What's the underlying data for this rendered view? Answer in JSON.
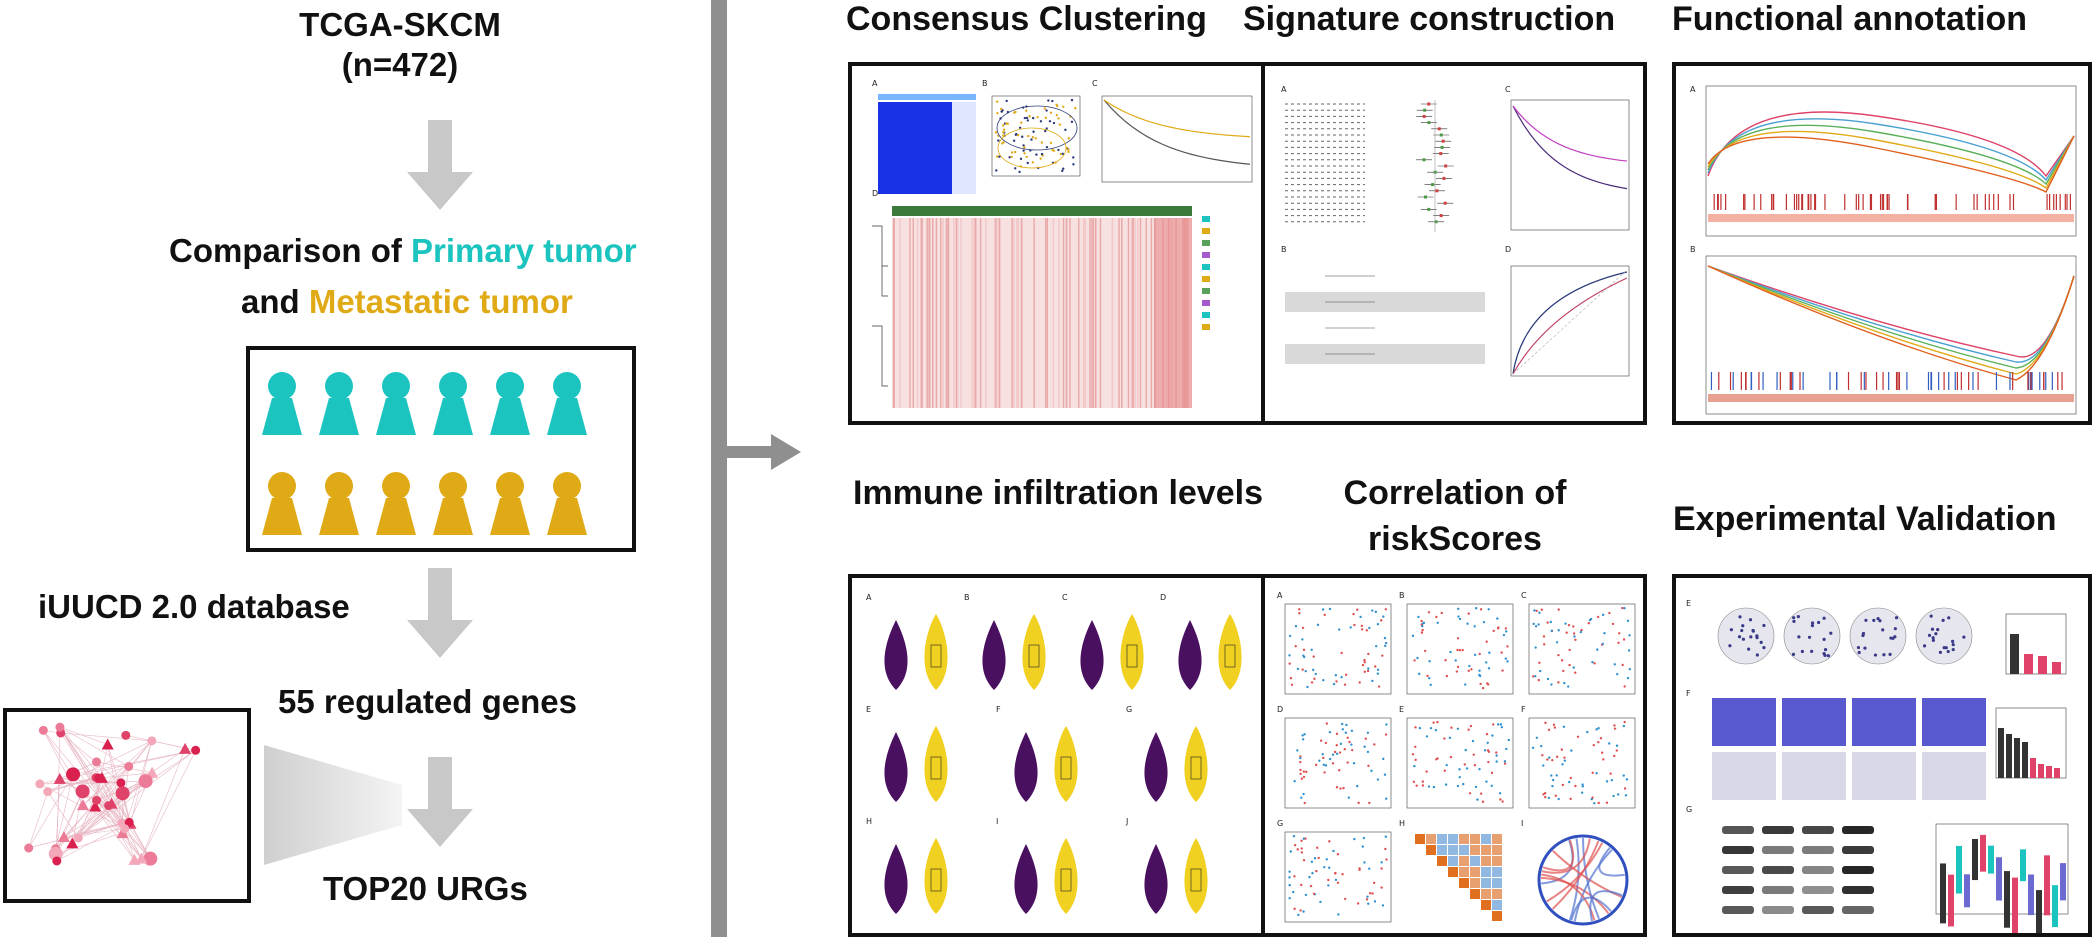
{
  "left": {
    "dataset_title": "TCGA-SKCM",
    "dataset_count": "(n=472)",
    "comparison_prefix": "Comparison of",
    "primary_label": "Primary tumor",
    "and_label": "and",
    "metastatic_label": "Metastatic tumor",
    "database_label": "iUUCD 2.0 database",
    "genes_label": "55 regulated genes",
    "top_label": "TOP20 URGs"
  },
  "colors": {
    "primary": "#1cc4c0",
    "metastatic": "#e0aa16",
    "arrow": "#c8c8c8",
    "divider": "#8f8f8f",
    "network": "#e0436a"
  },
  "sections": {
    "consensus": "Consensus Clustering",
    "signature": "Signature construction",
    "functional": "Functional annotation",
    "immune": "Immune infiltration levels",
    "correlation": "Correlation of riskScores",
    "experimental": "Experimental Validation"
  }
}
